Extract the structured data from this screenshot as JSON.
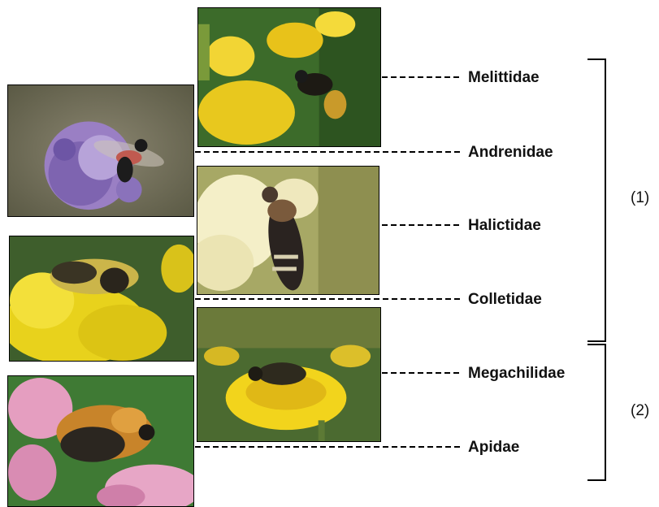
{
  "families": [
    {
      "name": "Melittidae"
    },
    {
      "name": "Andrenidae"
    },
    {
      "name": "Halictidae"
    },
    {
      "name": "Colletidae"
    },
    {
      "name": "Megachilidae"
    },
    {
      "name": "Apidae"
    }
  ],
  "groups": [
    {
      "label": "(1)"
    },
    {
      "label": "(2)"
    }
  ]
}
